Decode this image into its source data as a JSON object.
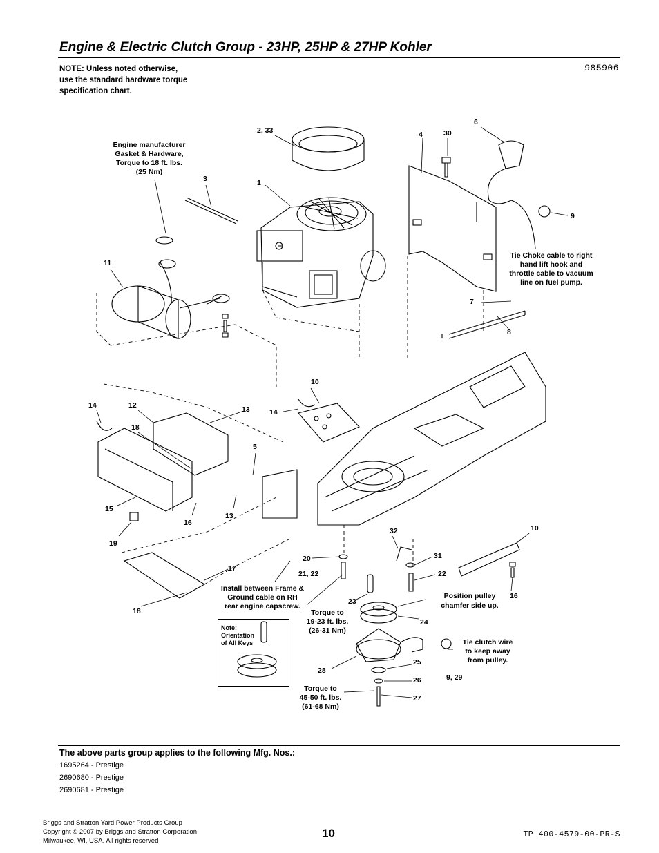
{
  "header": {
    "title": "Engine & Electric Clutch Group - 23HP, 25HP & 27HP Kohler",
    "note_lines": [
      "NOTE: Unless noted otherwise,",
      "use the standard hardware torque",
      "specification chart."
    ],
    "drawing_number": "985906"
  },
  "callouts": {
    "c1": "1",
    "c2_33": "2, 33",
    "c3": "3",
    "c4": "4",
    "c5": "5",
    "c6": "6",
    "c7": "7",
    "c8": "8",
    "c9": "9",
    "c9_29": "9, 29",
    "c10a": "10",
    "c10b": "10",
    "c11": "11",
    "c12": "12",
    "c13a": "13",
    "c13b": "13",
    "c14a": "14",
    "c14b": "14",
    "c15": "15",
    "c16a": "16",
    "c16b": "16",
    "c17": "17",
    "c18a": "18",
    "c18b": "18",
    "c19": "19",
    "c20": "20",
    "c21_22": "21, 22",
    "c22": "22",
    "c23": "23",
    "c24": "24",
    "c25": "25",
    "c26": "26",
    "c27": "27",
    "c28": "28",
    "c30": "30",
    "c31": "31",
    "c32": "32"
  },
  "annotations": {
    "engine_gasket": [
      "Engine manufacturer",
      "Gasket & Hardware,",
      "Torque to 18 ft. lbs.",
      "(25 Nm)"
    ],
    "tie_choke": [
      "Tie Choke cable to right",
      "hand lift hook and",
      "throttle cable to vacuum",
      "line on fuel pump."
    ],
    "install_between": [
      "Install between Frame &",
      "Ground cable on RH",
      "rear engine capscrew."
    ],
    "torque_19_23": [
      "Torque to",
      "19-23 ft. lbs.",
      "(26-31 Nm)"
    ],
    "position_pulley": [
      "Position pulley",
      "chamfer side up."
    ],
    "tie_clutch": [
      "Tie clutch wire",
      "to keep away",
      "from pulley."
    ],
    "torque_45_50": [
      "Torque to",
      "45-50 ft. lbs.",
      "(61-68 Nm)"
    ],
    "orientation_note": [
      "Note:",
      "Orientation",
      "of All Keys"
    ]
  },
  "applies": {
    "heading": "The above parts group applies to the following Mfg. Nos.:",
    "mfg_numbers": [
      "1695264 - Prestige",
      "2690680 - Prestige",
      "2690681 - Prestige"
    ]
  },
  "footer": {
    "company_lines": [
      "Briggs and Stratton Yard Power Products Group",
      "Copyright ©  2007 by Briggs and Stratton Corporation",
      "Milwaukee, WI, USA. All rights reserved"
    ],
    "page_number": "10",
    "doc_code": "TP 400-4579-00-PR-S"
  }
}
